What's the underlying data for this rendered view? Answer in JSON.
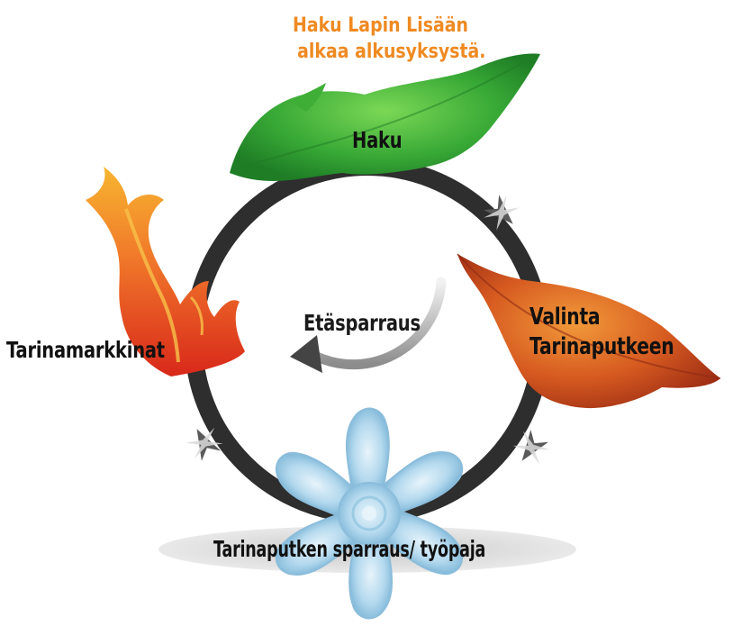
{
  "note": {
    "line1": "Haku Lapin Lisään",
    "line2": "alkaa alkusyksystä.",
    "color": "#ef8a22"
  },
  "stages": {
    "haku": "Haku",
    "valinta_line1": "Valinta",
    "valinta_line2": "Tarinaputkeen",
    "sparraus": "Tarinaputken sparraus/ työpaja",
    "markkinat": "Tarinamarkkinat"
  },
  "center": {
    "label": "Etäsparraus"
  },
  "colors": {
    "ring": "#2e2e2e",
    "leaf_green": "#3aa83a",
    "leaf_orange": "#d2531c",
    "flame": "#ec4a16",
    "snowflake": "#a9d3ea",
    "label_text": "#111111"
  }
}
